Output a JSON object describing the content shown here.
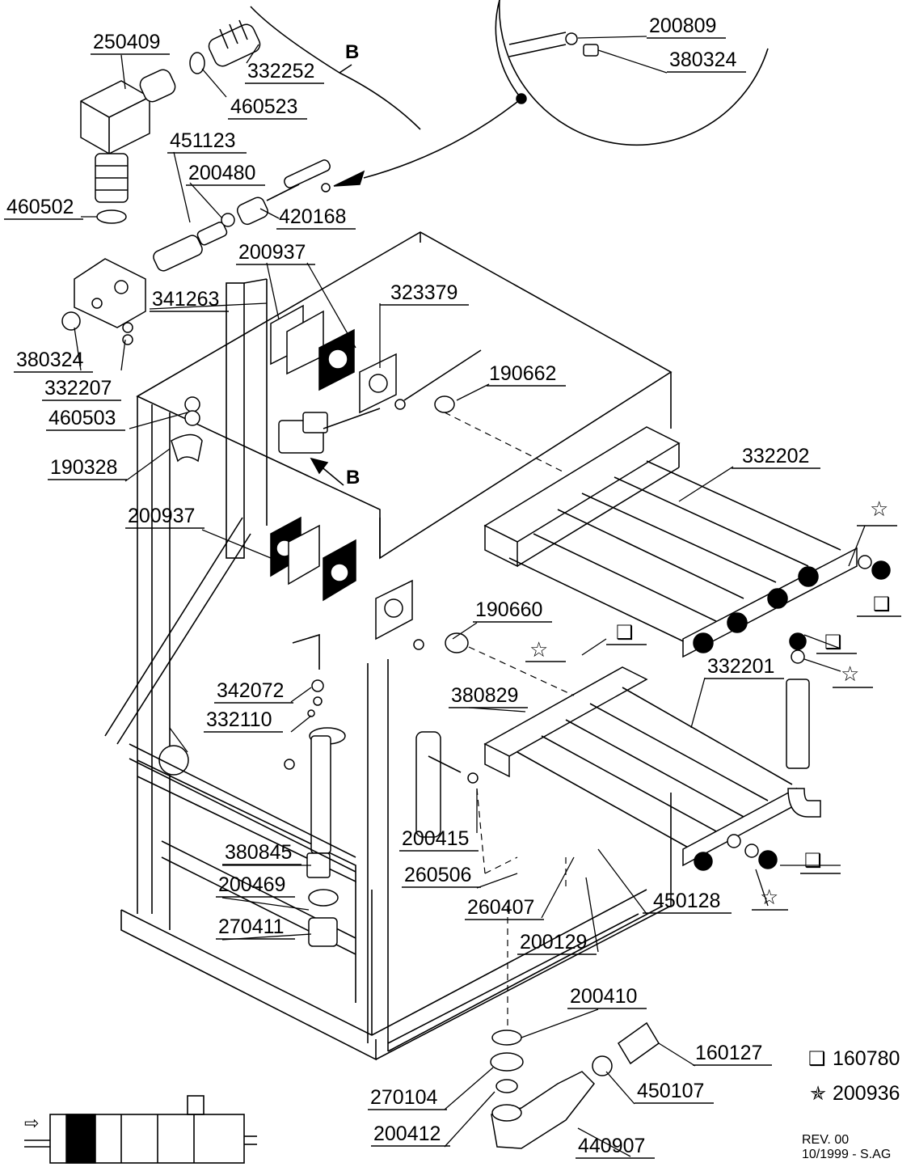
{
  "diagram": {
    "labels": [
      {
        "name": "label-250409",
        "text": "250409"
      },
      {
        "name": "label-332252",
        "text": "332252"
      },
      {
        "name": "label-460523",
        "text": "460523"
      },
      {
        "name": "label-451123",
        "text": "451123"
      },
      {
        "name": "label-200480",
        "text": "200480"
      },
      {
        "name": "label-420168",
        "text": "420168"
      },
      {
        "name": "label-460502",
        "text": "460502"
      },
      {
        "name": "label-200937-top",
        "text": "200937"
      },
      {
        "name": "label-341263",
        "text": "341263"
      },
      {
        "name": "label-323379",
        "text": "323379"
      },
      {
        "name": "label-380324-left",
        "text": "380324"
      },
      {
        "name": "label-332207",
        "text": "332207"
      },
      {
        "name": "label-460503",
        "text": "460503"
      },
      {
        "name": "label-190662",
        "text": "190662"
      },
      {
        "name": "label-190328",
        "text": "190328"
      },
      {
        "name": "label-332202",
        "text": "332202"
      },
      {
        "name": "label-200937-mid",
        "text": "200937"
      },
      {
        "name": "label-190660",
        "text": "190660"
      },
      {
        "name": "label-342072",
        "text": "342072"
      },
      {
        "name": "label-332201",
        "text": "332201"
      },
      {
        "name": "label-332110",
        "text": "332110"
      },
      {
        "name": "label-380829",
        "text": "380829"
      },
      {
        "name": "label-200415",
        "text": "200415"
      },
      {
        "name": "label-380845",
        "text": "380845"
      },
      {
        "name": "label-260506",
        "text": "260506"
      },
      {
        "name": "label-200469",
        "text": "200469"
      },
      {
        "name": "label-260407",
        "text": "260407"
      },
      {
        "name": "label-450128",
        "text": "450128"
      },
      {
        "name": "label-270411",
        "text": "270411"
      },
      {
        "name": "label-200129",
        "text": "200129"
      },
      {
        "name": "label-200410",
        "text": "200410"
      },
      {
        "name": "label-160127",
        "text": "160127"
      },
      {
        "name": "label-270104",
        "text": "270104"
      },
      {
        "name": "label-450107",
        "text": "450107"
      },
      {
        "name": "label-200412",
        "text": "200412"
      },
      {
        "name": "label-440907",
        "text": "440907"
      },
      {
        "name": "label-200809",
        "text": "200809"
      },
      {
        "name": "label-380324-detail",
        "text": "380324"
      }
    ],
    "callout_b": "B",
    "legend": {
      "square_code": "160780",
      "star_code": "200936"
    },
    "revision": {
      "rev": "REV. 00",
      "date": "10/1999 - S.AG"
    }
  }
}
